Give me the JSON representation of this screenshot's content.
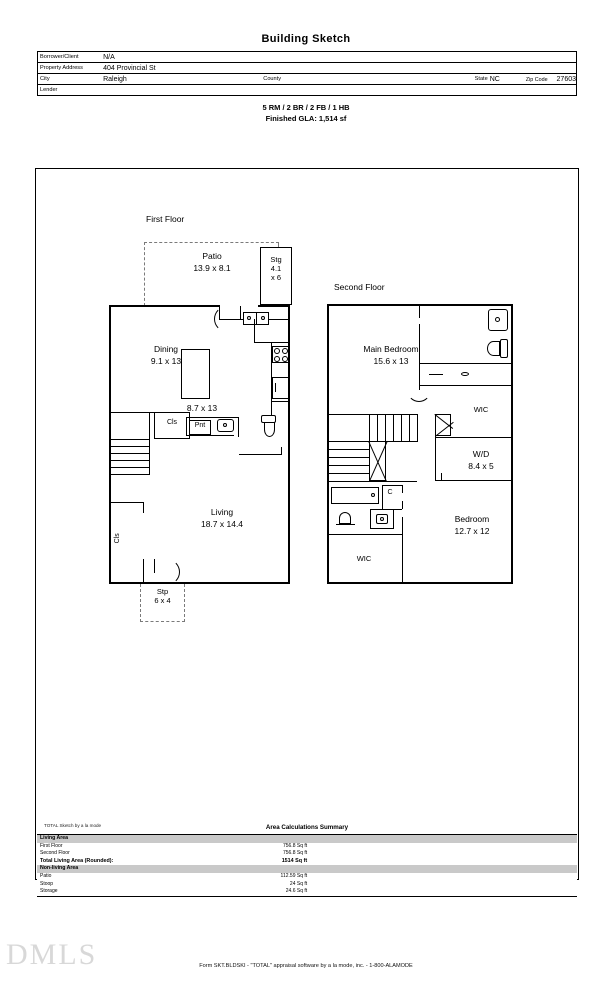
{
  "document": {
    "title": "Building Sketch",
    "subtitle_line1": "5 RM / 2 BR / 2 FB / 1 HB",
    "subtitle_line2": "Finished GLA: 1,514 sf",
    "watermark": "DMLS",
    "footer": "Form SKT.BLDSKI - \"TOTAL\" appraisal software by a la mode, inc. - 1-800-ALAMODE",
    "sketch_credit": "TOTAL Sketch by a la mode"
  },
  "header": {
    "borrower_label": "Borrower/Client",
    "borrower_value": "N/A",
    "address_label": "Property Address",
    "address_value": "404 Provincial St",
    "city_label": "City",
    "city_value": "Raleigh",
    "county_label": "County",
    "county_value": "",
    "state_label": "State",
    "state_value": "NC",
    "zip_label": "Zip Code",
    "zip_value": "27603",
    "lender_label": "Lender",
    "lender_value": ""
  },
  "sketch": {
    "first_floor": {
      "label": "First Floor",
      "rooms": {
        "patio_name": "Patio",
        "patio_dims": "13.9 x 8.1",
        "stg_name": "Stg",
        "stg_dim1": "4.1",
        "stg_dim2": "x 6",
        "dining_name": "Dining",
        "dining_dims": "9.1 x 13",
        "kitchen_dims": "8.7 x 13",
        "pantry_name": "Pnt",
        "closet_upper": "Cls",
        "closet_lower": "Cls",
        "living_name": "Living",
        "living_dims": "18.7 x 14.4",
        "stoop_name": "Stp",
        "stoop_dims": "6 x 4"
      }
    },
    "second_floor": {
      "label": "Second Floor",
      "rooms": {
        "main_bedroom_name": "Main Bedroom",
        "main_bedroom_dims": "15.6 x 13",
        "wic_upper": "WIC",
        "wd_name": "W/D",
        "wd_dims": "8.4 x 5",
        "closet_c": "C",
        "bedroom_name": "Bedroom",
        "bedroom_dims": "12.7 x 12",
        "wic_lower": "WIC"
      }
    }
  },
  "area_calculations": {
    "title": "Area Calculations Summary",
    "living_section": "Living Area",
    "rows_living": [
      {
        "name": "First Floor",
        "value": "756.8 Sq ft"
      },
      {
        "name": "Second Floor",
        "value": "756.8 Sq ft"
      }
    ],
    "total_label": "Total Living Area (Rounded):",
    "total_value": "1514 Sq ft",
    "nonliving_section": "Non-living Area",
    "rows_nonliving": [
      {
        "name": "Patio",
        "value": "112.59 Sq ft"
      },
      {
        "name": "Stoop",
        "value": "24 Sq ft"
      },
      {
        "name": "Storage",
        "value": "24.6 Sq ft"
      }
    ]
  }
}
